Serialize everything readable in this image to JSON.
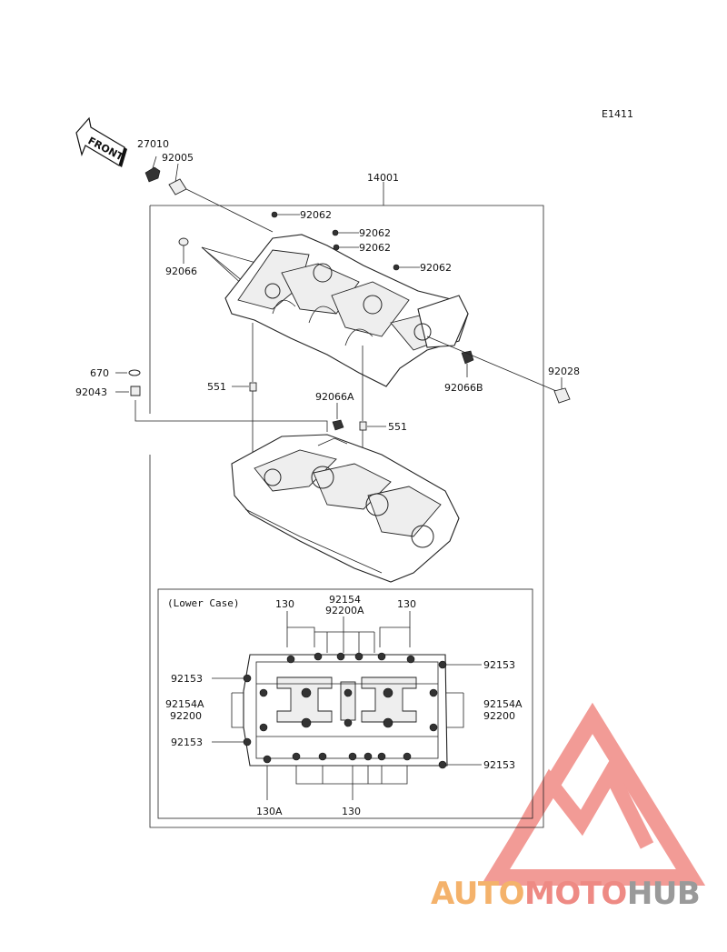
{
  "diagram_code": "E1411",
  "front_label": "FRONT",
  "inset_title": "(Lower Case)",
  "labels": {
    "p27010": "27010",
    "p92005": "92005",
    "p14001": "14001",
    "p92062a": "92062",
    "p92062b": "92062",
    "p92062c": "92062",
    "p92062d": "92062",
    "p92066": "92066",
    "p670": "670",
    "p92043": "92043",
    "p551a": "551",
    "p551b": "551",
    "p92066A": "92066A",
    "p92066B": "92066B",
    "p92028": "92028",
    "i130a": "130",
    "i92154": "92154",
    "i92200A": "92200A",
    "i130b": "130",
    "i92153a": "92153",
    "i92153b": "92153",
    "i92154Aa": "92154A",
    "i92200a": "92200",
    "i92154Ab": "92154A",
    "i92200b": "92200",
    "i92153c": "92153",
    "i92153d": "92153",
    "i130A": "130A",
    "i130c": "130"
  },
  "logo": {
    "part1": "AUTO",
    "part2": "MOTO",
    "part3": "HUB",
    "color1": "#f4b26b",
    "color2": "#ee8a84",
    "color3": "#9a9a9a",
    "triangle_color": "#f08a84"
  }
}
